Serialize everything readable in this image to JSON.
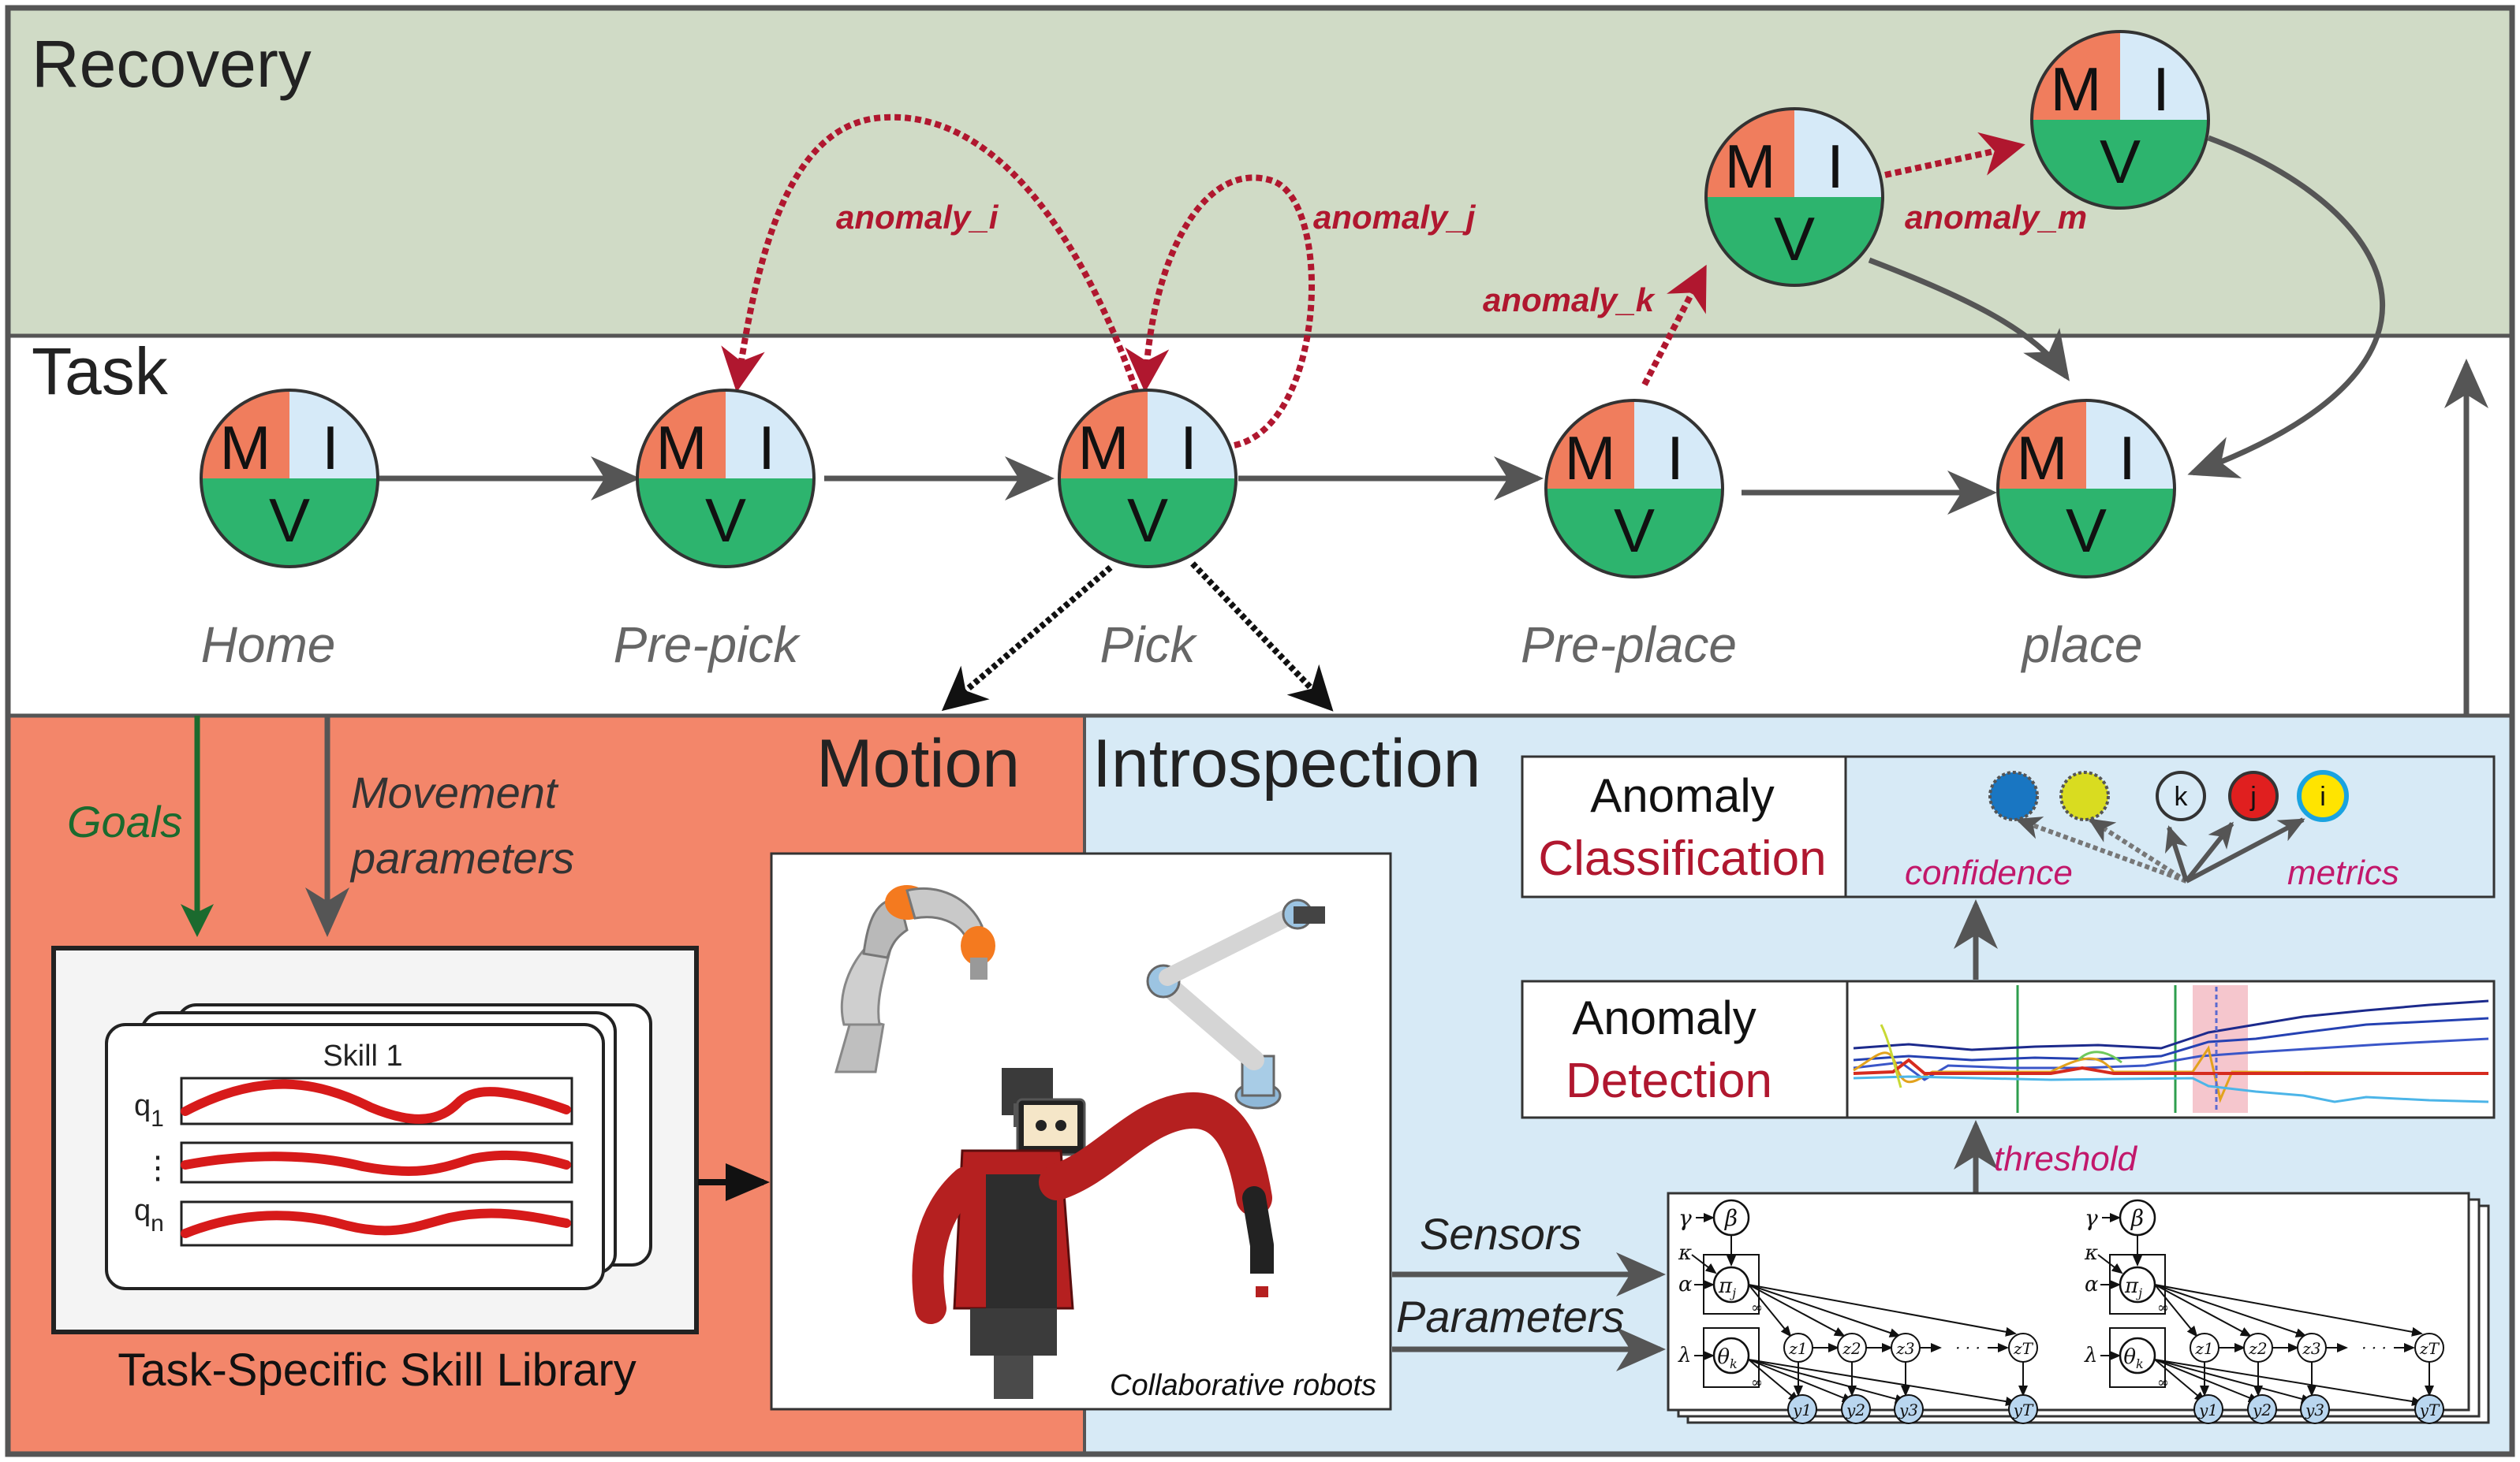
{
  "sections": {
    "recovery": "Recovery",
    "task": "Task",
    "motion": "Motion",
    "introspection": "Introspection"
  },
  "node_letters": {
    "m": "M",
    "i": "I",
    "v": "V"
  },
  "task_nodes": [
    "Home",
    "Pre-pick",
    "Pick",
    "Pre-place",
    "place"
  ],
  "anomalies": {
    "i": "anomaly_i",
    "j": "anomaly_j",
    "k": "anomaly_k",
    "m": "anomaly_m"
  },
  "motion": {
    "goals": "Goals",
    "movement_line1": "Movement",
    "movement_line2": "parameters",
    "skill_title": "Skill 1",
    "q1": "q",
    "q1_sub": "1",
    "dots": "⋮",
    "qn": "q",
    "qn_sub": "n",
    "library_label": "Task-Specific Skill Library",
    "robots_caption": "Collaborative robots"
  },
  "introspection": {
    "classification_line1": "Anomaly",
    "classification_line2": "Classification",
    "confidence": "confidence",
    "metrics": "metrics",
    "detection_line1": "Anomaly",
    "detection_line2": "Detection",
    "threshold": "threshold",
    "sensors": "Sensors",
    "parameters": "Parameters",
    "class_circles": [
      "",
      "",
      "k",
      "j",
      "i"
    ]
  },
  "graphical_model": {
    "gamma": "γ",
    "beta": "β",
    "kappa": "κ",
    "alpha": "α",
    "pi": "π",
    "pi_sub": "j",
    "lambda": "λ",
    "theta": "θ",
    "theta_sub": "k",
    "inf": "∞",
    "z": [
      "z1",
      "z2",
      "z3",
      "zT"
    ],
    "y": [
      "y1",
      "y2",
      "y3",
      "yT"
    ],
    "dots": "· · ·"
  },
  "colors": {
    "recovery_bg": "#d0dbc6",
    "motion_bg": "#f3866a",
    "introspection_bg": "#d7eaf6",
    "node_m": "#f07d5d",
    "node_i": "#d6eaf8",
    "node_v": "#2db46e",
    "anomaly_red": "#b0172f",
    "arrow_gray": "#555555",
    "goals_green": "#1b6a2e",
    "metric_pink": "#c2186b"
  }
}
